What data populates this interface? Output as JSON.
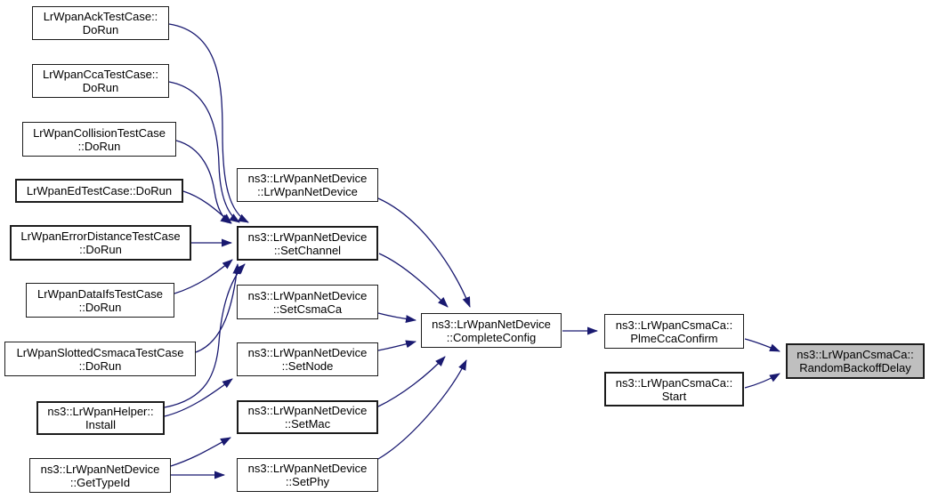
{
  "diagram": {
    "kind": "doxygen-call-graph",
    "focus_function": "ns3::LrWpanCsmaCa::RandomBackoffDelay"
  },
  "colors": {
    "page_bg": "#ffffff",
    "edge": "#191970",
    "node_fill": "#ffffff",
    "node_border": "#1c1c1c",
    "focus_fill": "#bfbfbf",
    "text": "#000000"
  },
  "nodes": [
    {
      "id": "ack-dorun",
      "label": "LrWpanAckTestCase::\nDoRun"
    },
    {
      "id": "cca-dorun",
      "label": "LrWpanCcaTestCase::\nDoRun"
    },
    {
      "id": "collision-dorun",
      "label": "LrWpanCollisionTestCase\n::DoRun"
    },
    {
      "id": "ed-dorun",
      "label": "LrWpanEdTestCase::DoRun"
    },
    {
      "id": "errordistance-dorun",
      "label": "LrWpanErrorDistanceTestCase\n::DoRun"
    },
    {
      "id": "dataifs-dorun",
      "label": "LrWpanDataIfsTestCase\n::DoRun"
    },
    {
      "id": "slottedcsmaca-dorun",
      "label": "LrWpanSlottedCsmacaTestCase\n::DoRun"
    },
    {
      "id": "helper-install",
      "label": "ns3::LrWpanHelper::\nInstall"
    },
    {
      "id": "gettypeid",
      "label": "ns3::LrWpanNetDevice\n::GetTypeId"
    },
    {
      "id": "ctor",
      "label": "ns3::LrWpanNetDevice\n::LrWpanNetDevice"
    },
    {
      "id": "setchannel",
      "label": "ns3::LrWpanNetDevice\n::SetChannel"
    },
    {
      "id": "setcsmaca",
      "label": "ns3::LrWpanNetDevice\n::SetCsmaCa"
    },
    {
      "id": "setnode",
      "label": "ns3::LrWpanNetDevice\n::SetNode"
    },
    {
      "id": "setmac",
      "label": "ns3::LrWpanNetDevice\n::SetMac"
    },
    {
      "id": "setphy",
      "label": "ns3::LrWpanNetDevice\n::SetPhy"
    },
    {
      "id": "completeconfig",
      "label": "ns3::LrWpanNetDevice\n::CompleteConfig"
    },
    {
      "id": "plmeccaconfirm",
      "label": "ns3::LrWpanCsmaCa::\nPlmeCcaConfirm"
    },
    {
      "id": "start",
      "label": "ns3::LrWpanCsmaCa::\nStart"
    },
    {
      "id": "randombackoffdelay",
      "label": "ns3::LrWpanCsmaCa::\nRandomBackoffDelay"
    }
  ],
  "edges": [
    {
      "from": "ack-dorun",
      "to": "setchannel"
    },
    {
      "from": "cca-dorun",
      "to": "setchannel"
    },
    {
      "from": "collision-dorun",
      "to": "setchannel"
    },
    {
      "from": "ed-dorun",
      "to": "setchannel"
    },
    {
      "from": "errordistance-dorun",
      "to": "setchannel"
    },
    {
      "from": "dataifs-dorun",
      "to": "setchannel"
    },
    {
      "from": "slottedcsmaca-dorun",
      "to": "setchannel"
    },
    {
      "from": "helper-install",
      "to": "setchannel"
    },
    {
      "from": "helper-install",
      "to": "setnode"
    },
    {
      "from": "gettypeid",
      "to": "setmac"
    },
    {
      "from": "gettypeid",
      "to": "setphy"
    },
    {
      "from": "ctor",
      "to": "completeconfig"
    },
    {
      "from": "setchannel",
      "to": "completeconfig"
    },
    {
      "from": "setcsmaca",
      "to": "completeconfig"
    },
    {
      "from": "setnode",
      "to": "completeconfig"
    },
    {
      "from": "setmac",
      "to": "completeconfig"
    },
    {
      "from": "setphy",
      "to": "completeconfig"
    },
    {
      "from": "completeconfig",
      "to": "plmeccaconfirm"
    },
    {
      "from": "plmeccaconfirm",
      "to": "randombackoffdelay"
    },
    {
      "from": "start",
      "to": "randombackoffdelay"
    }
  ]
}
